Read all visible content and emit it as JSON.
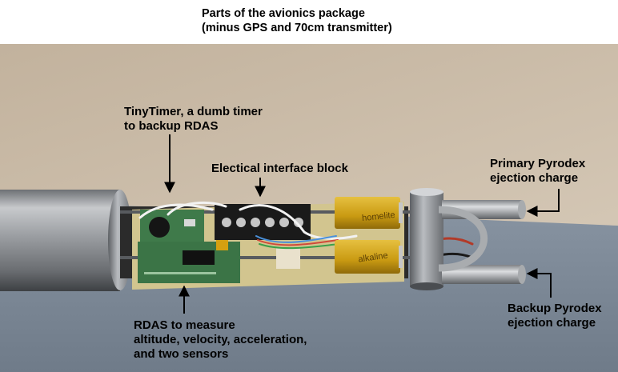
{
  "title": {
    "line1": "Parts of the avionics package",
    "line2": "(minus GPS and 70cm transmitter)"
  },
  "labels": {
    "tinytimer": {
      "line1": "TinyTimer, a dumb timer",
      "line2": "to backup RDAS"
    },
    "interface": {
      "line1": "Electical interface block"
    },
    "primary": {
      "line1": "Primary Pyrodex",
      "line2": "ejection charge"
    },
    "rdas": {
      "line1": "RDAS to measure",
      "line2": "altitude, velocity, acceleration,",
      "line3": "and two sensors"
    },
    "backup": {
      "line1": "Backup Pyrodex",
      "line2": "ejection charge"
    }
  },
  "batteries": {
    "upper": "homelite",
    "lower": "alkaline"
  },
  "colors": {
    "wall": "#c7b8a4",
    "cloth": "#7f8b98",
    "aluminum": "#9a9da0",
    "pcb": "#3f7a4a",
    "battery": "#d2a418"
  }
}
